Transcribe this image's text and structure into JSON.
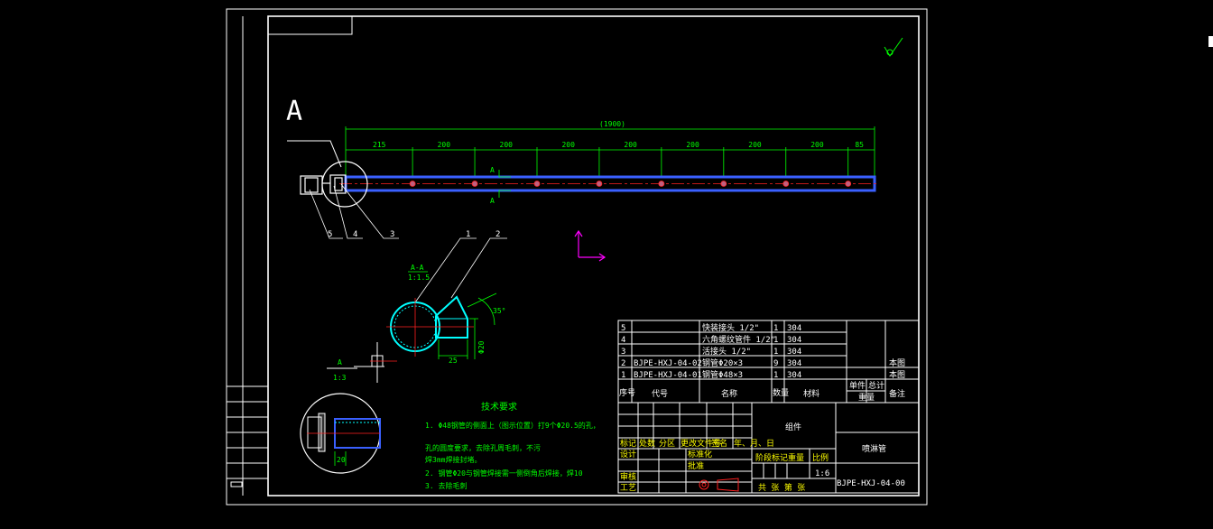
{
  "view_label": "A",
  "dimensions": {
    "overall": "(1900)",
    "segments": [
      "215",
      "200",
      "200",
      "200",
      "200",
      "200",
      "200",
      "200",
      "85"
    ]
  },
  "section_marks": {
    "top": "A",
    "bottom": "A"
  },
  "callouts": [
    "1",
    "2",
    "3",
    "4",
    "5"
  ],
  "section_view": {
    "title": "A-A",
    "scale": "1:1.5",
    "dims": {
      "width": "25",
      "angle": "35°",
      "dia": "Φ20"
    }
  },
  "view_a": {
    "label": "A",
    "scale": "1:3"
  },
  "detail_dim": "20",
  "tech_req": {
    "title": "技术要求",
    "lines": [
      "1. Φ48钢管的侧面上（图示位置）打9个Φ20.5的孔，",
      "   孔的圆度要求，去除孔周毛刺，不污",
      "   焊3mm焊接封堵。",
      "2. 钢管Φ20与钢管焊接需一侧倒角后焊接，焊10",
      "3. 去除毛刺"
    ]
  },
  "bom": {
    "rows": [
      {
        "no": "5",
        "code": "",
        "name": "快装接头 1/2\"",
        "qty": "1",
        "material": "304",
        "note": ""
      },
      {
        "no": "4",
        "code": "",
        "name": "六角螺纹管件 1/2\"",
        "qty": "1",
        "material": "304",
        "note": ""
      },
      {
        "no": "3",
        "code": "",
        "name": "活接头 1/2\"",
        "qty": "1",
        "material": "304",
        "note": ""
      },
      {
        "no": "2",
        "code": "BJPE-HXJ-04-02",
        "name": "钢管Φ20×3",
        "qty": "9",
        "material": "304",
        "note": "本图"
      },
      {
        "no": "1",
        "code": "BJPE-HXJ-04-01",
        "name": "钢管Φ48×3",
        "qty": "1",
        "material": "304",
        "note": "本图"
      }
    ],
    "headers": {
      "no": "序号",
      "code": "代号",
      "name": "名称",
      "qty": "数量",
      "material": "材料",
      "single": "单件",
      "total": "总计",
      "weight": "重量",
      "note": "备注"
    }
  },
  "title_block": {
    "assembly": "组件",
    "part_name": "喷淋管",
    "scale": "1:6",
    "drawing_no": "BJPE-HXJ-04-00",
    "labels": {
      "mark": "标记",
      "count": "处数",
      "zone": "分区",
      "change": "更改文件号",
      "sign": "签名",
      "date": "年、月、日",
      "design": "设计",
      "standard": "标准化",
      "stage": "阶段标记",
      "weight": "重量",
      "ratio": "比例",
      "check": "审核",
      "process": "工艺",
      "approve": "批准",
      "sheets": "共 张 第 张"
    }
  },
  "colors": {
    "border": "#ffffff",
    "dim": "#00ff00",
    "center": "#ff2020",
    "pipe": "#3a60ff",
    "section": "#00ffff",
    "ucs": "#ff00ff",
    "label": "#ffff00"
  }
}
